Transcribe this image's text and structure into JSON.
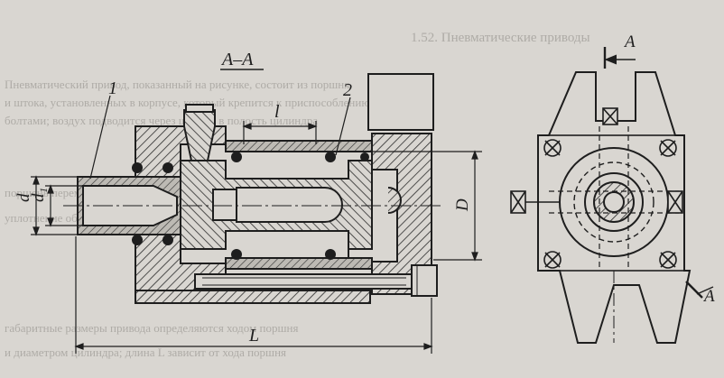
{
  "document": {
    "bleed_heading": "1.52. Пневматические приводы",
    "bleed_lines": [
      "Пневматический привод, показанный на рисунке, состоит из поршня",
      "и штока, установленных в корпусе, который крепится к приспособлению",
      "болтами; воздух подводится через штуцер в полость цилиндра",
      "поршень перемещается и через шток передаёт усилие зажиму",
      "уплотнение обеспечивается резиновыми кольцами круглого сечения",
      "габаритные размеры привода определяются ходом поршня",
      "и диаметром цилиндра; длина L зависит от хода поршня"
    ]
  },
  "drawing": {
    "section_label": "A–A",
    "view_marker_top": "A",
    "view_marker_bottom": "A",
    "part_labels": [
      "1",
      "2"
    ],
    "dimensions": {
      "stroke": "l",
      "overall_length": "L",
      "bore": "D",
      "rod_outer": "d",
      "rod_inner": "d₁"
    }
  },
  "colors": {
    "paper": "#d9d6d1",
    "ink": "#1e1e1e",
    "hatch": "#2a2a2a",
    "faded_text": "#8c8984"
  }
}
